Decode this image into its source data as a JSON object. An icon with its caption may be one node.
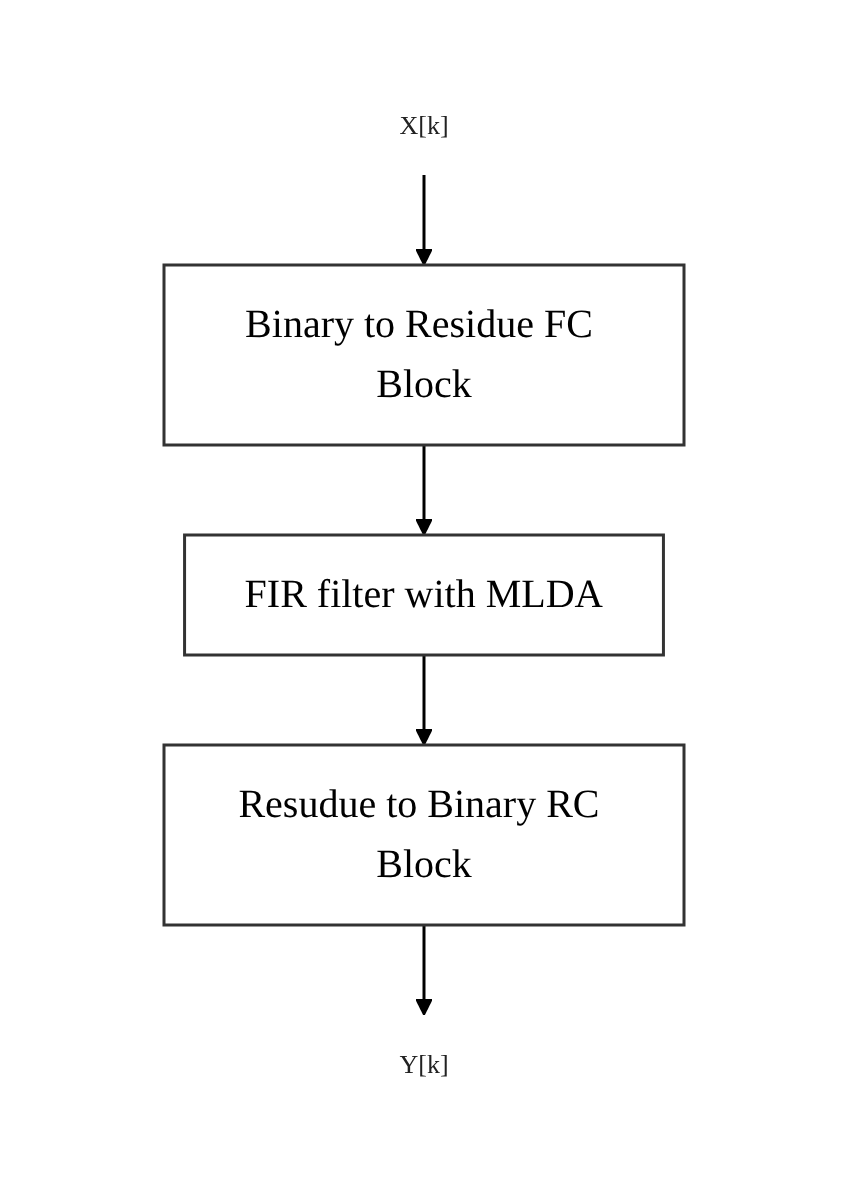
{
  "diagram": {
    "nodes": [
      {
        "text": [
          "X[k]"
        ]
      },
      {
        "text": [
          "Binary to Residue FC Block"
        ]
      },
      {
        "text": [
          "FIR filter with MLDA"
        ]
      },
      {
        "text": [
          "Resudue to Binary RC Block"
        ]
      },
      {
        "text": [
          "Y[k]"
        ]
      }
    ],
    "edges": [
      {
        "from": 0,
        "to": 1,
        "arrow": "to"
      },
      {
        "from": 1,
        "to": 2,
        "arrow": "to"
      },
      {
        "from": 2,
        "to": 3,
        "arrow": "to"
      },
      {
        "from": 3,
        "to": 4,
        "arrow": "to"
      }
    ]
  }
}
